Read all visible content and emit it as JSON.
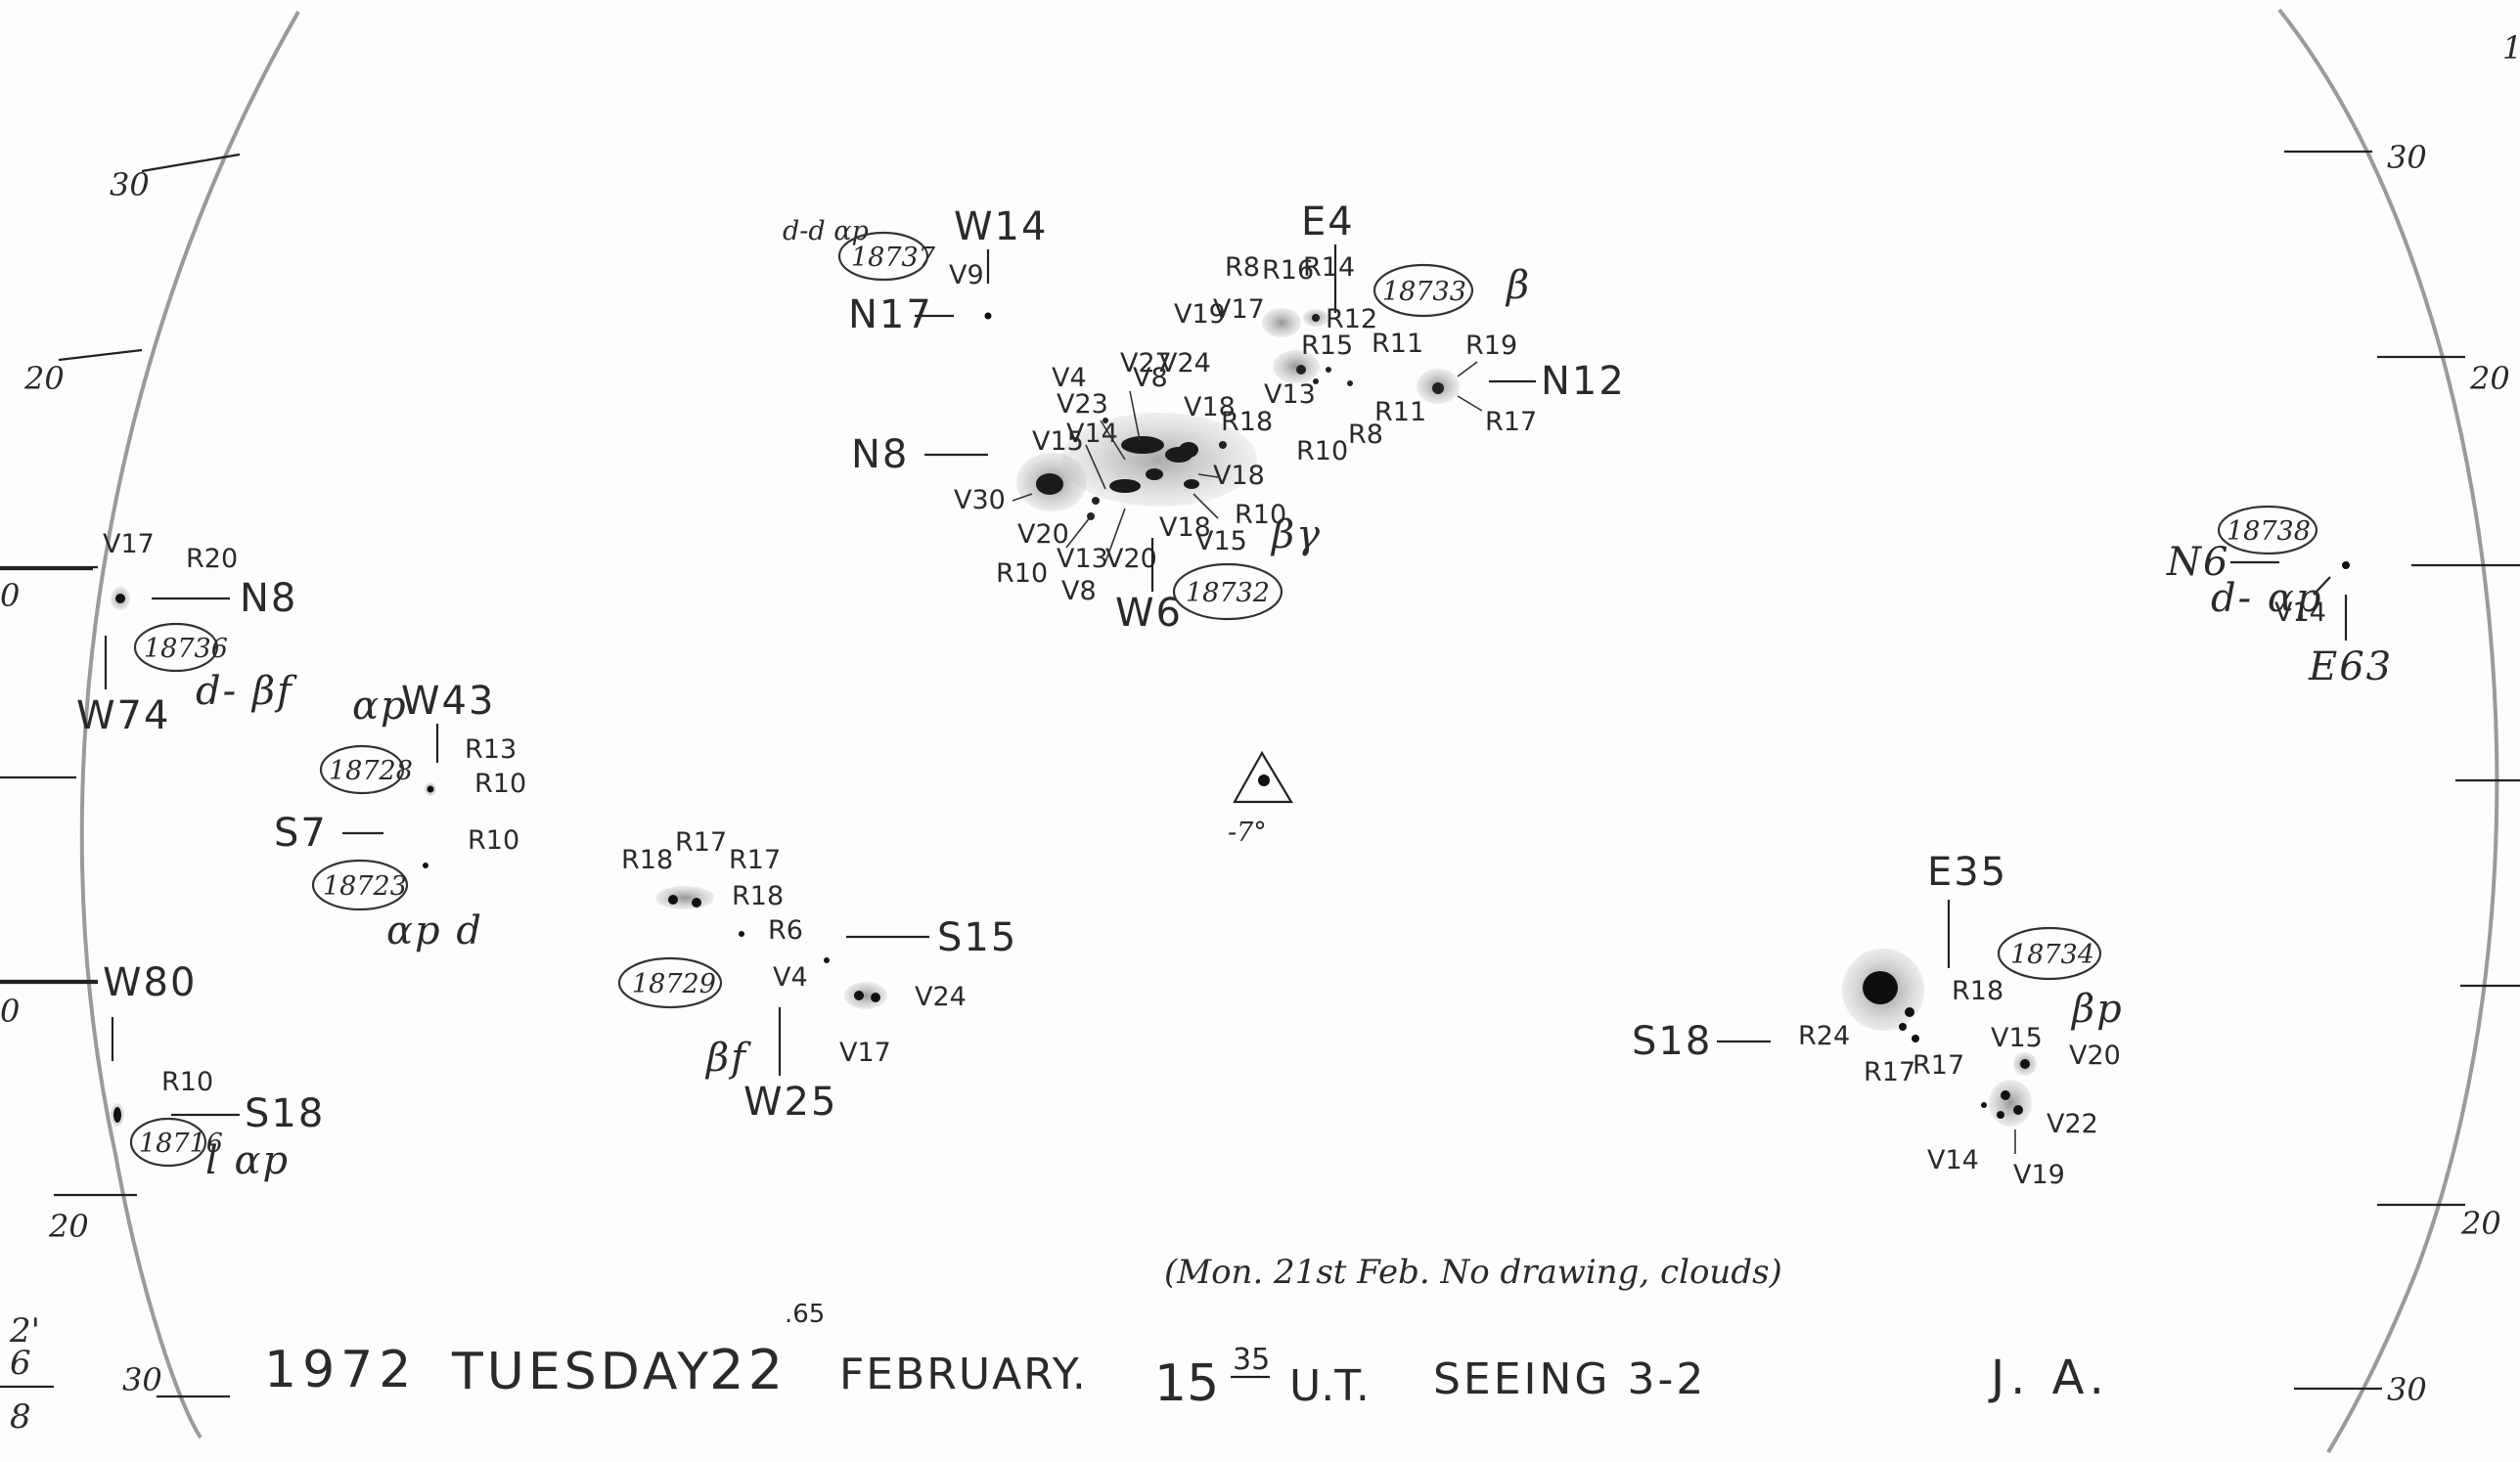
{
  "footer": {
    "year": "1972",
    "weekday": "TUESDAY",
    "day": "22",
    "day_fraction": ".65",
    "month": "FEBRUARY.",
    "time_hour": "15",
    "time_min": "35",
    "time_unit": "U.T.",
    "seeing": "SEEING 3-2",
    "observer": "J. A.",
    "note": "(Mon. 21st Feb. No drawing, clouds)",
    "left_margin": [
      "2'",
      "6",
      "8"
    ]
  },
  "center_mark": {
    "label": "-7°"
  },
  "ticks": {
    "left": [
      "30",
      "20",
      "0",
      "0",
      "20",
      "30"
    ],
    "right": [
      "30",
      "20",
      "20",
      "30"
    ],
    "corner": "1"
  },
  "groups": [
    {
      "number": "18737",
      "class": "d-d αp",
      "coords": [
        "W14",
        "N17"
      ],
      "spots": [
        "V9"
      ]
    },
    {
      "number": "18733",
      "class": "β",
      "coords": [
        "E4",
        "N12"
      ],
      "spots": [
        "R8",
        "R16",
        "R14",
        "R12",
        "R15",
        "R11",
        "R11",
        "R8",
        "R19",
        "R17",
        "V19",
        "V17",
        "V13"
      ]
    },
    {
      "number": "18732",
      "class": "βγ",
      "coords": [
        "N8",
        "W6"
      ],
      "spots": [
        "V4",
        "V23",
        "V27",
        "V8",
        "V24",
        "V15",
        "V14",
        "V18",
        "R18",
        "R10",
        "V30",
        "V18",
        "R10",
        "V20",
        "V13",
        "V18",
        "V15",
        "R10",
        "V8",
        "V20"
      ]
    },
    {
      "number": "18736",
      "class": "d- βf",
      "coords": [
        "N8",
        "W74"
      ],
      "spots": [
        "V17",
        "R20"
      ]
    },
    {
      "number": "18728",
      "class": "αp",
      "coords": [
        "W43"
      ],
      "spots": [
        "R13",
        "R10"
      ]
    },
    {
      "number": "18723",
      "class": "αp d",
      "coords": [
        "S7"
      ],
      "spots": [
        "R10"
      ]
    },
    {
      "number": "18729",
      "class": "βf",
      "coords": [
        "S15",
        "W25"
      ],
      "spots": [
        "R18",
        "R17",
        "R17",
        "R18",
        "R6",
        "V4",
        "V24",
        "V17"
      ]
    },
    {
      "number": "18716",
      "class": "l αp",
      "coords": [
        "W80",
        "S18"
      ],
      "spots": [
        "R10"
      ]
    },
    {
      "number": "18738",
      "class": "d- αp",
      "coords": [
        "N6",
        "E63"
      ],
      "spots": [
        "V14"
      ]
    },
    {
      "number": "18734",
      "class": "βp",
      "coords": [
        "E35",
        "S18"
      ],
      "spots": [
        "R18",
        "R24",
        "R17",
        "R17",
        "V15",
        "V20",
        "V22",
        "V14",
        "V19"
      ]
    }
  ]
}
